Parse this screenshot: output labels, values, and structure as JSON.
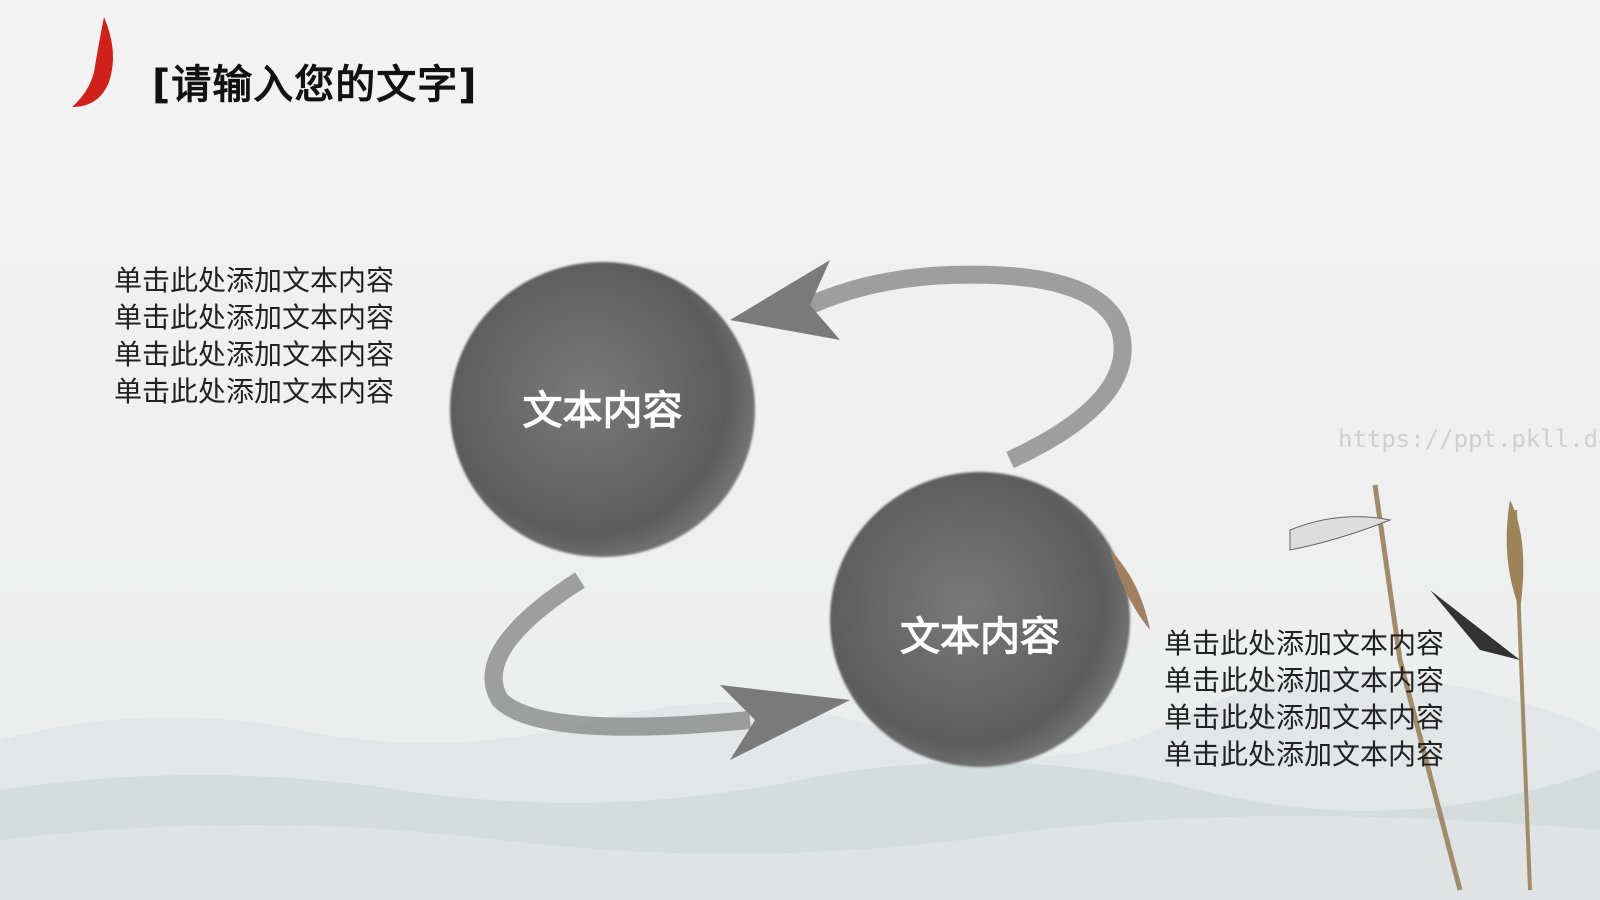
{
  "slide": {
    "title": "[请输入您的文字]",
    "left_paragraph": [
      "单击此处添加文本内容",
      "单击此处添加文本内容",
      "单击此处添加文本内容",
      "单击此处添加文本内容"
    ],
    "right_paragraph": [
      "单击此处添加文本内容",
      "单击此处添加文本内容",
      "单击此处添加文本内容",
      "单击此处添加文本内容"
    ],
    "circle1_label": "文本内容",
    "circle2_label": "文本内容",
    "watermark": "https://ppt.pkll.de"
  },
  "colors": {
    "ink": "#666666",
    "koi": "#d0201a",
    "background": "#f2f1f1"
  }
}
